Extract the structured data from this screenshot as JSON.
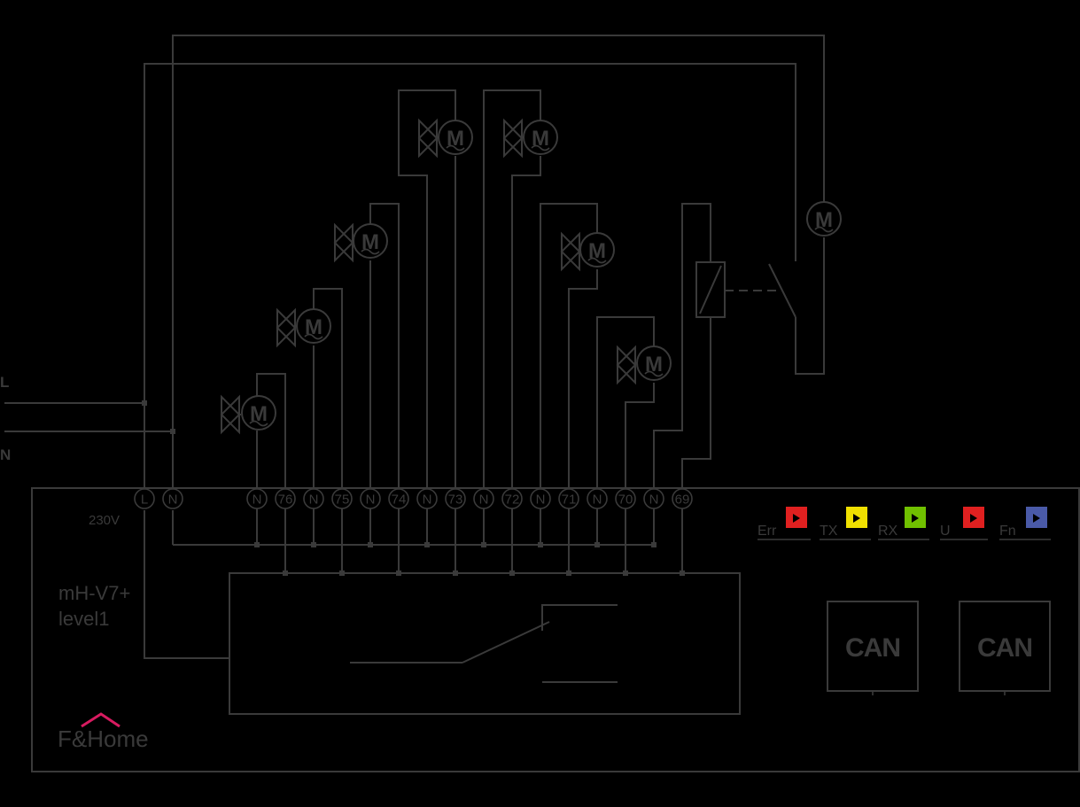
{
  "supply": {
    "line_label": "L",
    "neutral_label": "N"
  },
  "module": {
    "voltage": "230V",
    "name_line1": "mH-V7+",
    "name_line2": "level1",
    "brand": "F&Home",
    "brand_accent_color": "#d81b60"
  },
  "terminals": [
    "L",
    "N",
    "N",
    "76",
    "N",
    "75",
    "N",
    "74",
    "N",
    "73",
    "N",
    "72",
    "N",
    "71",
    "N",
    "70",
    "N",
    "69"
  ],
  "motor_symbol": "M",
  "indicators": [
    {
      "label": "Err",
      "color": "#e02020",
      "icon": "led-arrow-icon"
    },
    {
      "label": "TX",
      "color": "#f0e000",
      "icon": "led-arrow-icon"
    },
    {
      "label": "RX",
      "color": "#70c000",
      "icon": "led-arrow-icon"
    },
    {
      "label": "U",
      "color": "#e02020",
      "icon": "led-arrow-icon"
    },
    {
      "label": "Fn",
      "color": "#4a5aa8",
      "icon": "led-arrow-icon"
    }
  ],
  "ports": [
    "CAN",
    "CAN"
  ]
}
